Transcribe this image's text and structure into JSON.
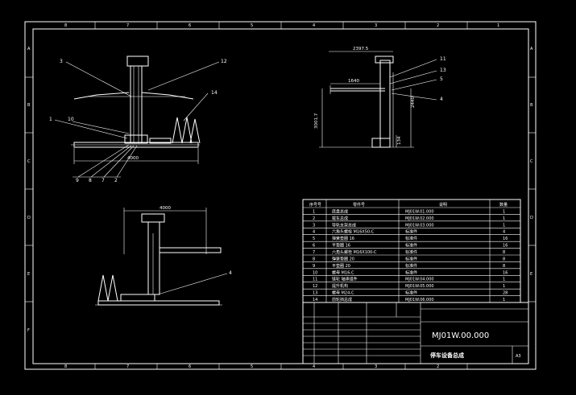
{
  "drawing": {
    "drawing_number": "MJ01W.00.000",
    "title": "停车设备总成",
    "sheet_size": "A3"
  },
  "border": {
    "col_marks": [
      "8",
      "7",
      "6",
      "5",
      "4",
      "3",
      "2",
      "1"
    ],
    "row_marks": [
      "A",
      "B",
      "C",
      "D",
      "E",
      "F"
    ]
  },
  "dimensions": {
    "front_width": "4000",
    "top_view_width": "4000",
    "side_total": "2397.5",
    "side_inner": "1640",
    "side_height": "3001.7",
    "side_small": "134",
    "side_right": "2440"
  },
  "balloons": {
    "front": [
      "3",
      "12",
      "14",
      "1",
      "10",
      "9",
      "8",
      "7",
      "2"
    ],
    "side": [
      "11",
      "13",
      "5",
      "4"
    ],
    "top": [
      "4"
    ]
  },
  "bom": {
    "headers": [
      "序号号",
      "零件号",
      "说明",
      "数量"
    ],
    "rows": [
      [
        "1",
        "底盘总成",
        "MJ01W.01.000",
        "1"
      ],
      [
        "2",
        "载车总成",
        "MJ01W.02.000",
        "1"
      ],
      [
        "3",
        "导轨支架总成",
        "MJ01W.03.000",
        "1"
      ],
      [
        "4",
        "六角头螺栓 M16X50-C",
        "标准件",
        "4"
      ],
      [
        "5",
        "弹簧垫圈 16",
        "标准件",
        "16"
      ],
      [
        "6",
        "平垫圈 16",
        "标准件",
        "16"
      ],
      [
        "7",
        "六角头螺栓 M16X100-C",
        "标准件",
        "8"
      ],
      [
        "8",
        "弹簧垫圈 20",
        "标准件",
        "8"
      ],
      [
        "9",
        "平垫圈 20",
        "标准件",
        "8"
      ],
      [
        "10",
        "螺母 M16-C",
        "标准件",
        "16"
      ],
      [
        "11",
        "链轮 轴承组件",
        "MJ01W.04.000",
        "1"
      ],
      [
        "12",
        "提升机构",
        "MJ01W.05.000",
        "1"
      ],
      [
        "13",
        "螺母 M24-C",
        "标准件",
        "28"
      ],
      [
        "14",
        "前轮挡总成",
        "MJ01W.06.000",
        "1"
      ]
    ]
  }
}
